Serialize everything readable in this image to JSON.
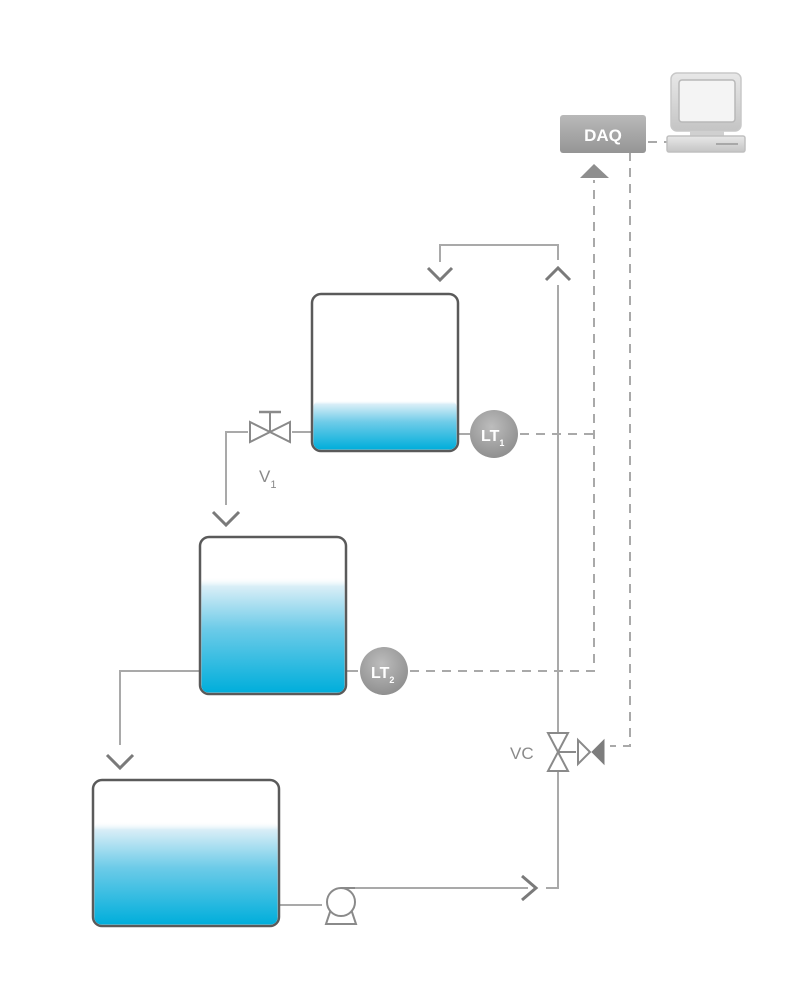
{
  "daq": {
    "label": "DAQ"
  },
  "transmitters": [
    {
      "label": "LT",
      "subscript": "1"
    },
    {
      "label": "LT",
      "subscript": "2"
    }
  ],
  "valves": [
    {
      "label": "V",
      "subscript": "1"
    },
    {
      "label": "VC"
    }
  ],
  "tanks": [
    {
      "level_fraction": 0.32
    },
    {
      "level_fraction": 0.75
    },
    {
      "level_fraction": 0.72
    }
  ],
  "colors": {
    "water": "#00aedb",
    "pipe": "#a9a9a9",
    "tank_border": "#5a5a5a",
    "instrument": "#9a9a9a"
  }
}
